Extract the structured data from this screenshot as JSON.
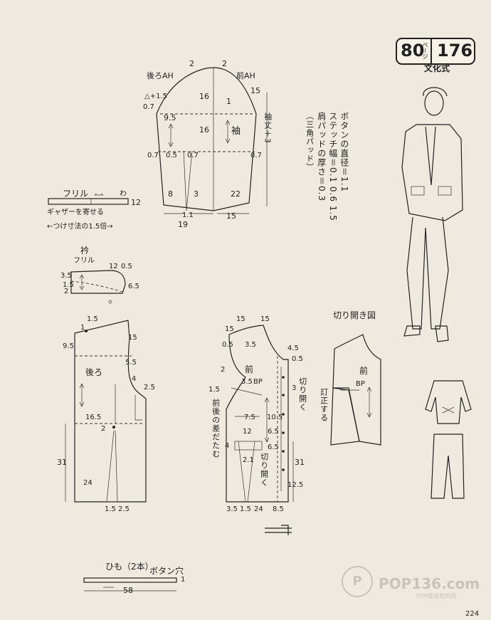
{
  "header": {
    "pattern_number": "80",
    "pattern_unit": "ページ",
    "page_ref": "176",
    "method": "文化式"
  },
  "notes": {
    "button_diameter": "ボタンの直径＝1.1",
    "stitch_width": "ステッチ幅＝0.1 0.6 1.5",
    "pad_thickness": "肩パッドの厚さ＝0.3",
    "pad_type": "（三角パッド）"
  },
  "sleeve": {
    "back_ah": "後ろAH",
    "front_ah": "前AH",
    "label": "袖",
    "length": "袖丈＋3",
    "back_adj": "△+1.5",
    "m_2a": "2",
    "m_2b": "2",
    "m_15": "15",
    "m_07a": "0.7",
    "m_95": "9.5",
    "m_16a": "16",
    "m_16b": "16",
    "m_1": "1",
    "m_07b": "0.7",
    "m_05": "0.5",
    "m_07c": "0.7",
    "m_07d": "0.7",
    "m_8": "8",
    "m_3": "3",
    "m_22": "22",
    "m_11": "1.1",
    "m_19": "19",
    "m_15b": "15"
  },
  "frill": {
    "label": "フリル",
    "wa": "わ",
    "width": "12",
    "gather": "ギャザーを寄せる",
    "ratio": "←つけ寸法の1.5倍→"
  },
  "collar": {
    "label": "衿",
    "frill": "フリル",
    "m_12": "12",
    "m_05": "0.5",
    "m_35": "3.5",
    "m_15": "1.5",
    "m_2": "2",
    "m_65": "6.5"
  },
  "back_body": {
    "label": "後ろ",
    "m_15a": "1.5",
    "m_1": "1",
    "m_15b": "15",
    "m_95": "9.5",
    "m_55": "5.5",
    "m_4": "4",
    "m_25": "2.5",
    "m_165": "16.5",
    "m_2": "2",
    "m_31": "31",
    "m_24": "24",
    "m_15c": "1.5",
    "m_25b": "2.5"
  },
  "front_body": {
    "label": "前",
    "bp": "BP",
    "m_15a": "15",
    "m_15b": "15",
    "m_05a": "0.5",
    "m_35a": "3.5",
    "m_45": "4.5",
    "m_05b": "0.5",
    "m_2": "2",
    "m_15c": "1.5",
    "m_35b": "3.5",
    "m_3": "3",
    "m_75": "7.5",
    "m_105": "10.5",
    "m_12": "12",
    "m_4": "4",
    "m_65a": "6.5",
    "m_65b": "6.5",
    "m_21": "2.1",
    "m_31": "31",
    "m_125": "12.5",
    "m_35c": "3.5",
    "m_15d": "1.5",
    "m_24": "24",
    "m_85": "8.5",
    "cut_open_1": "切り開く",
    "cut_open_2": "切り開く",
    "dart_note": "前後の差だたむ"
  },
  "slash": {
    "title": "切り開き図",
    "label": "前",
    "bp": "BP",
    "correct": "訂正する"
  },
  "tie": {
    "label": "ひも（2本）",
    "button_hole": "ボタン穴",
    "length": "58",
    "m_1": "1"
  },
  "watermark": {
    "brand": "POP136.com",
    "sub": "POP服装趋势网"
  },
  "page_number": "224"
}
